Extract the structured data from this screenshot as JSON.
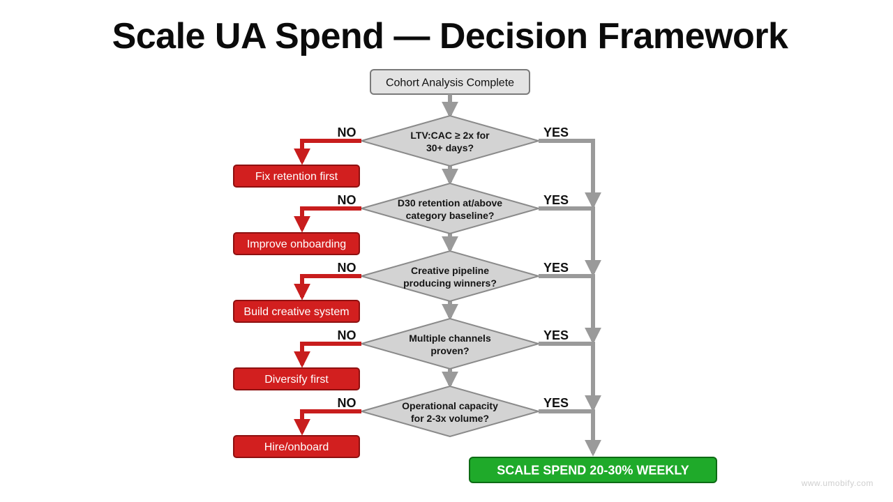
{
  "title": "Scale UA Spend — Decision Framework",
  "start": "Cohort Analysis Complete",
  "branch_labels": {
    "no": "NO",
    "yes": "YES"
  },
  "decisions": [
    {
      "question": [
        "LTV:CAC ≥ 2x for",
        "30+ days?"
      ],
      "no_action": "Fix retention first"
    },
    {
      "question": [
        "D30 retention at/above",
        "category baseline?"
      ],
      "no_action": "Improve onboarding"
    },
    {
      "question": [
        "Creative pipeline",
        "producing winners?"
      ],
      "no_action": "Build creative system"
    },
    {
      "question": [
        "Multiple channels",
        "proven?"
      ],
      "no_action": "Diversify first"
    },
    {
      "question": [
        "Operational capacity",
        "for 2-3x volume?"
      ],
      "no_action": "Hire/onboard"
    }
  ],
  "outcome": "SCALE SPEND 20-30% WEEKLY",
  "watermark": "www.umobify.com",
  "colors": {
    "start_fill": "#e3e3e3",
    "decision_fill": "#d3d3d3",
    "gray_arrow": "#9a9a9a",
    "red_fill": "#d21f1f",
    "red_border": "#8e1010",
    "green_fill": "#1faa2a",
    "green_border": "#0d6b14"
  }
}
